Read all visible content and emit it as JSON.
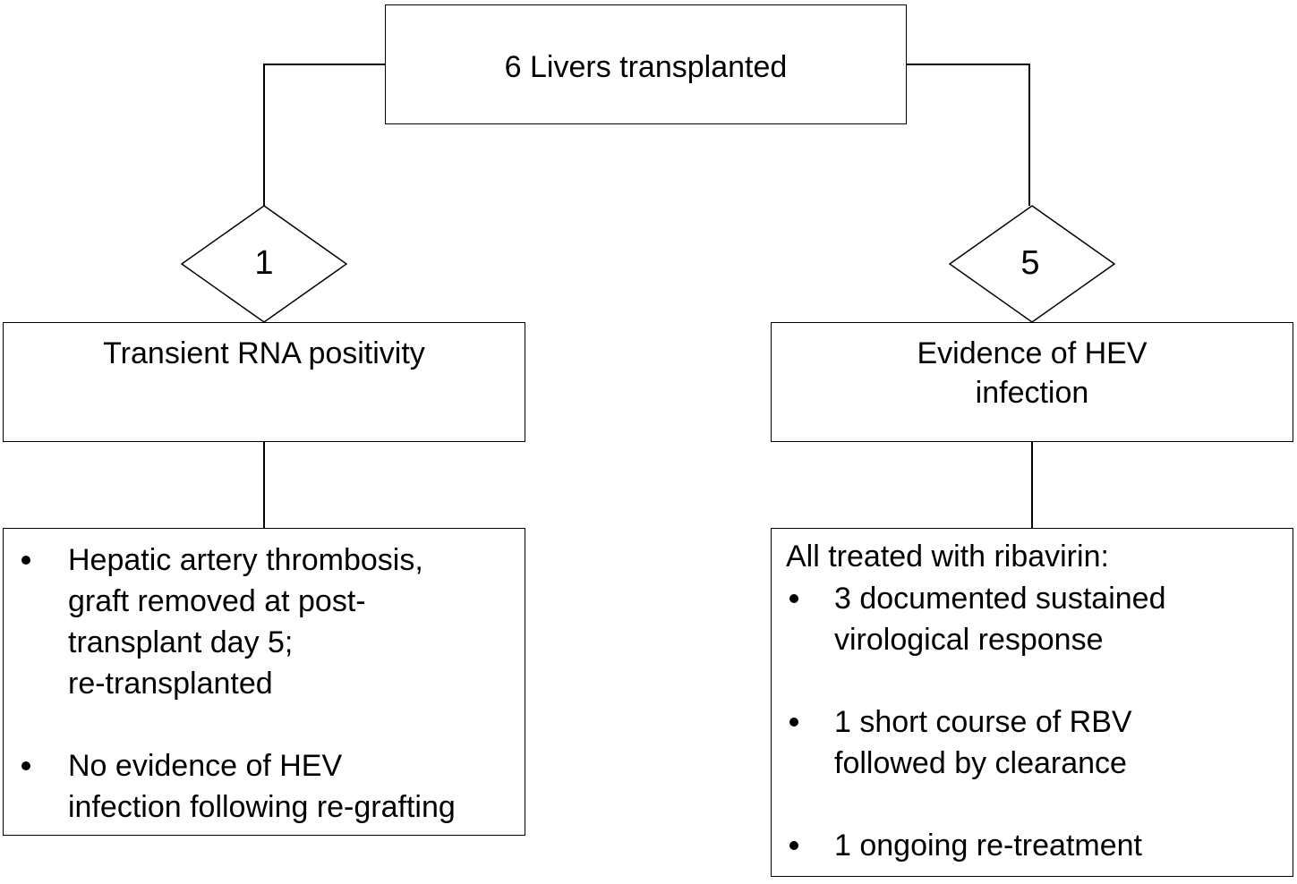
{
  "top": {
    "label": "6 Livers transplanted"
  },
  "left": {
    "count": "1",
    "heading": "Transient RNA positivity",
    "items": [
      {
        "line1": "Hepatic artery thrombosis,",
        "line2": "graft removed at post-",
        "line3": "transplant day 5;",
        "line4": "re-transplanted"
      },
      {
        "line1": "No evidence of HEV",
        "line2": "infection following re-grafting"
      }
    ]
  },
  "right": {
    "count": "5",
    "heading_line1": "Evidence of HEV",
    "heading_line2": "infection",
    "intro": "All treated with ribavirin:",
    "items": [
      {
        "line1": "3 documented sustained",
        "line2": "virological response"
      },
      {
        "line1": "1 short course of RBV",
        "line2": "followed by clearance"
      },
      {
        "line1": "1 ongoing re-treatment"
      }
    ]
  }
}
